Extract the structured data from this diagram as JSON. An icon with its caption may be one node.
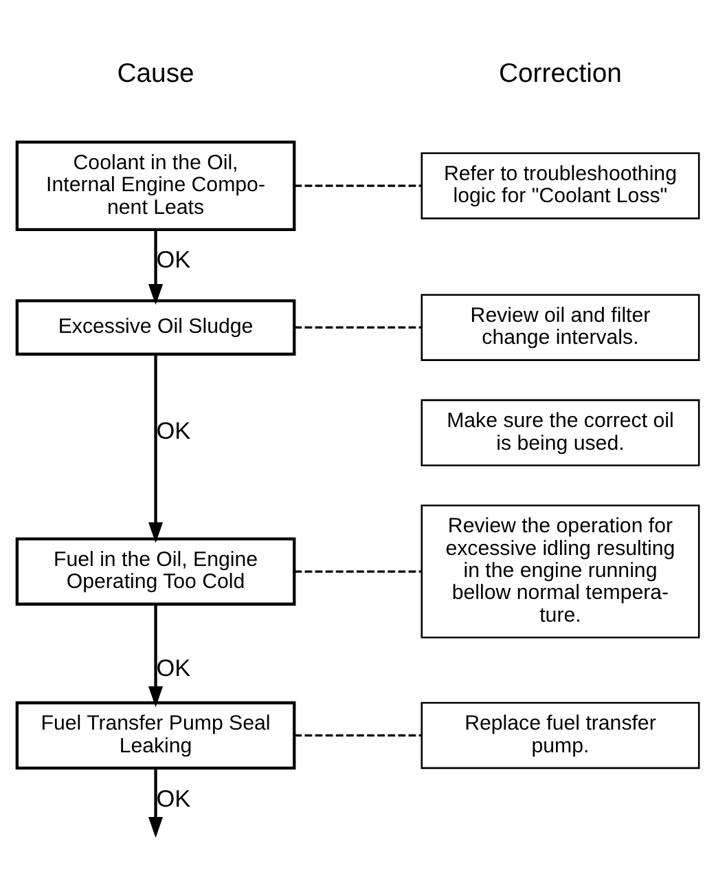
{
  "diagram": {
    "nodes": [
      {
        "text": [
          "Coolant in the Oil, Internal Engine Compo- nent Leats"
        ]
      },
      {
        "text": [
          "Refer to troubleshoothing logic for \"Coolant Loss\""
        ]
      },
      {
        "text": [
          "Excessive Oil Sludge"
        ]
      },
      {
        "text": [
          "Review oil and filter change intervals."
        ]
      },
      {
        "text": [
          "Make sure the correct oil is being used."
        ]
      },
      {
        "text": [
          "Fuel in the Oil, Engine Operating Too Cold"
        ]
      },
      {
        "text": [
          "Review the operation for excessive idling resulting in the engine running bellow normal tempera- ture."
        ]
      },
      {
        "text": [
          "Fuel Transfer Pump Seal Leaking"
        ]
      },
      {
        "text": [
          "Replace fuel transfer pump."
        ]
      }
    ],
    "edges": [
      {
        "from": 0,
        "to": 1,
        "arrow": "none",
        "style": "dashed"
      },
      {
        "from": 0,
        "to": 2,
        "arrow": "to",
        "label": "OK"
      },
      {
        "from": 2,
        "to": 3,
        "arrow": "none",
        "style": "dashed"
      },
      {
        "from": 2,
        "to": 5,
        "arrow": "to",
        "label": "OK"
      },
      {
        "from": 5,
        "to": 6,
        "arrow": "none",
        "style": "dashed"
      },
      {
        "from": 5,
        "to": 7,
        "arrow": "to",
        "label": "OK"
      },
      {
        "from": 7,
        "to": 8,
        "arrow": "none",
        "style": "dashed"
      },
      {
        "from": 7,
        "to": null,
        "arrow": "to",
        "label": "OK"
      }
    ],
    "labels": [
      "Cause",
      "Correction"
    ]
  }
}
